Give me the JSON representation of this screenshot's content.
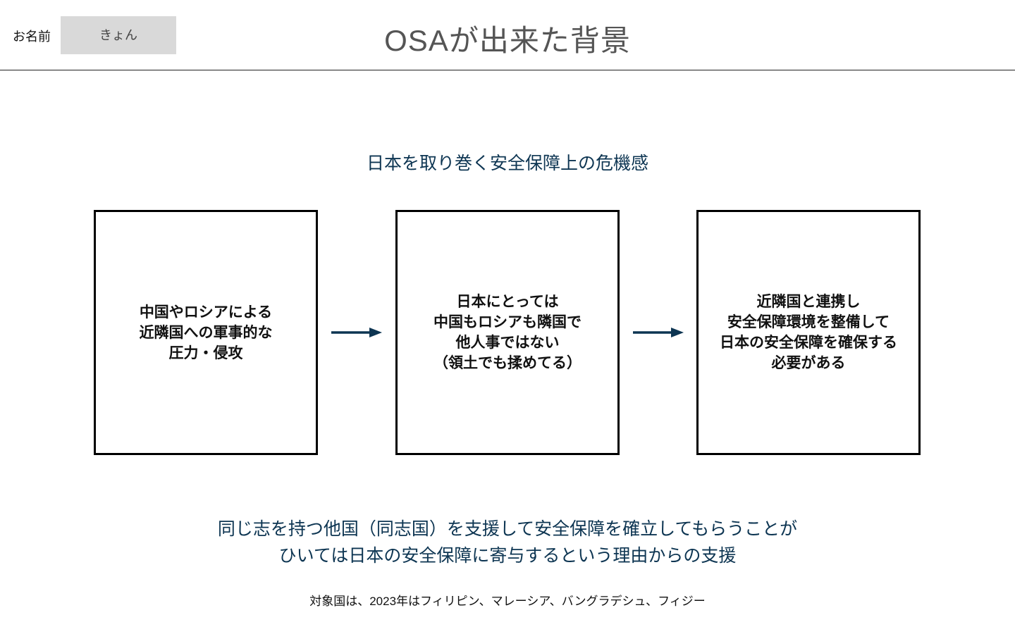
{
  "header": {
    "name_label": "お名前",
    "name_value": "きょん",
    "title": "OSAが出来た背景"
  },
  "heading": "日本を取り巻く安全保障上の危機感",
  "boxes": [
    {
      "text": "中国やロシアによる\n近隣国への軍事的な\n圧力・侵攻"
    },
    {
      "text": "日本にとっては\n中国もロシアも隣国で\n他人事ではない\n（領土でも揉めてる）"
    },
    {
      "text": "近隣国と連携し\n安全保障環境を整備して\n日本の安全保障を確保する\n必要がある"
    }
  ],
  "conclusion": "同じ志を持つ他国（同志国）を支援して安全保障を確立してもらうことが\nひいては日本の安全保障に寄与するという理由からの支援",
  "footnote": "対象国は、2023年はフィリピン、マレーシア、バングラデシュ、フィジー",
  "colors": {
    "accent_text": "#0d3552",
    "arrow": "#0d3552",
    "title_text": "#555555",
    "input_bg": "#d9d9d9"
  },
  "icons": {
    "arrow": "right-arrow-icon"
  }
}
